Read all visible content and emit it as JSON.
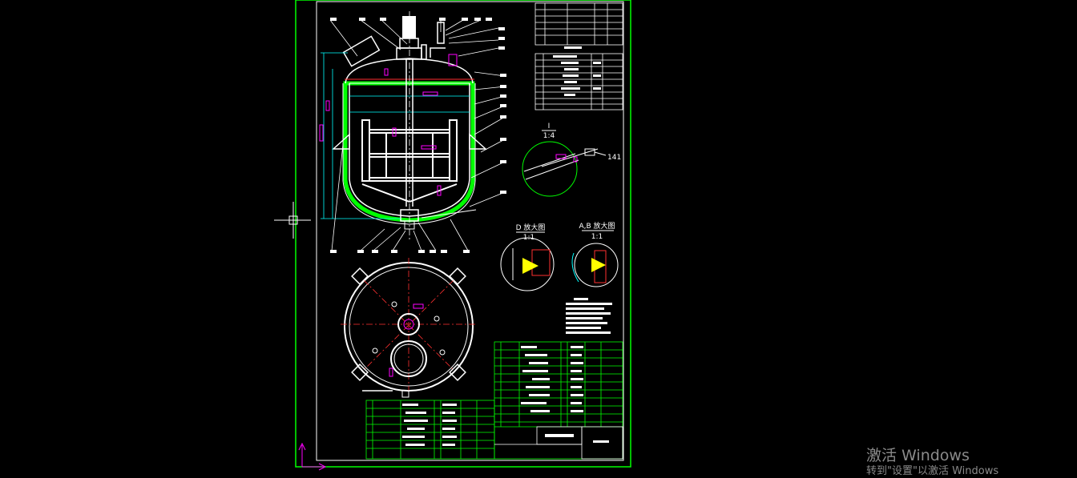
{
  "drawing": {
    "detail_i_label": "I",
    "detail_i_scale": "1:4",
    "part_number_141": "141",
    "detail_d_label": "D 放大图",
    "detail_d_scale": "1:1",
    "detail_ab_label": "A,B 放大图",
    "detail_ab_scale": "1:1"
  },
  "watermark": {
    "title": "激活 Windows",
    "subtitle": "转到\"设置\"以激活 Windows"
  },
  "colors": {
    "background": "#000000",
    "sheet_border": "#00ff00",
    "drawing_lines": "#ffffff",
    "centerline": "#ff3030",
    "dimension": "#00ffff",
    "annotation": "#ff00ff",
    "weld_fill": "#ffff00",
    "jacket": "#00ff00"
  }
}
